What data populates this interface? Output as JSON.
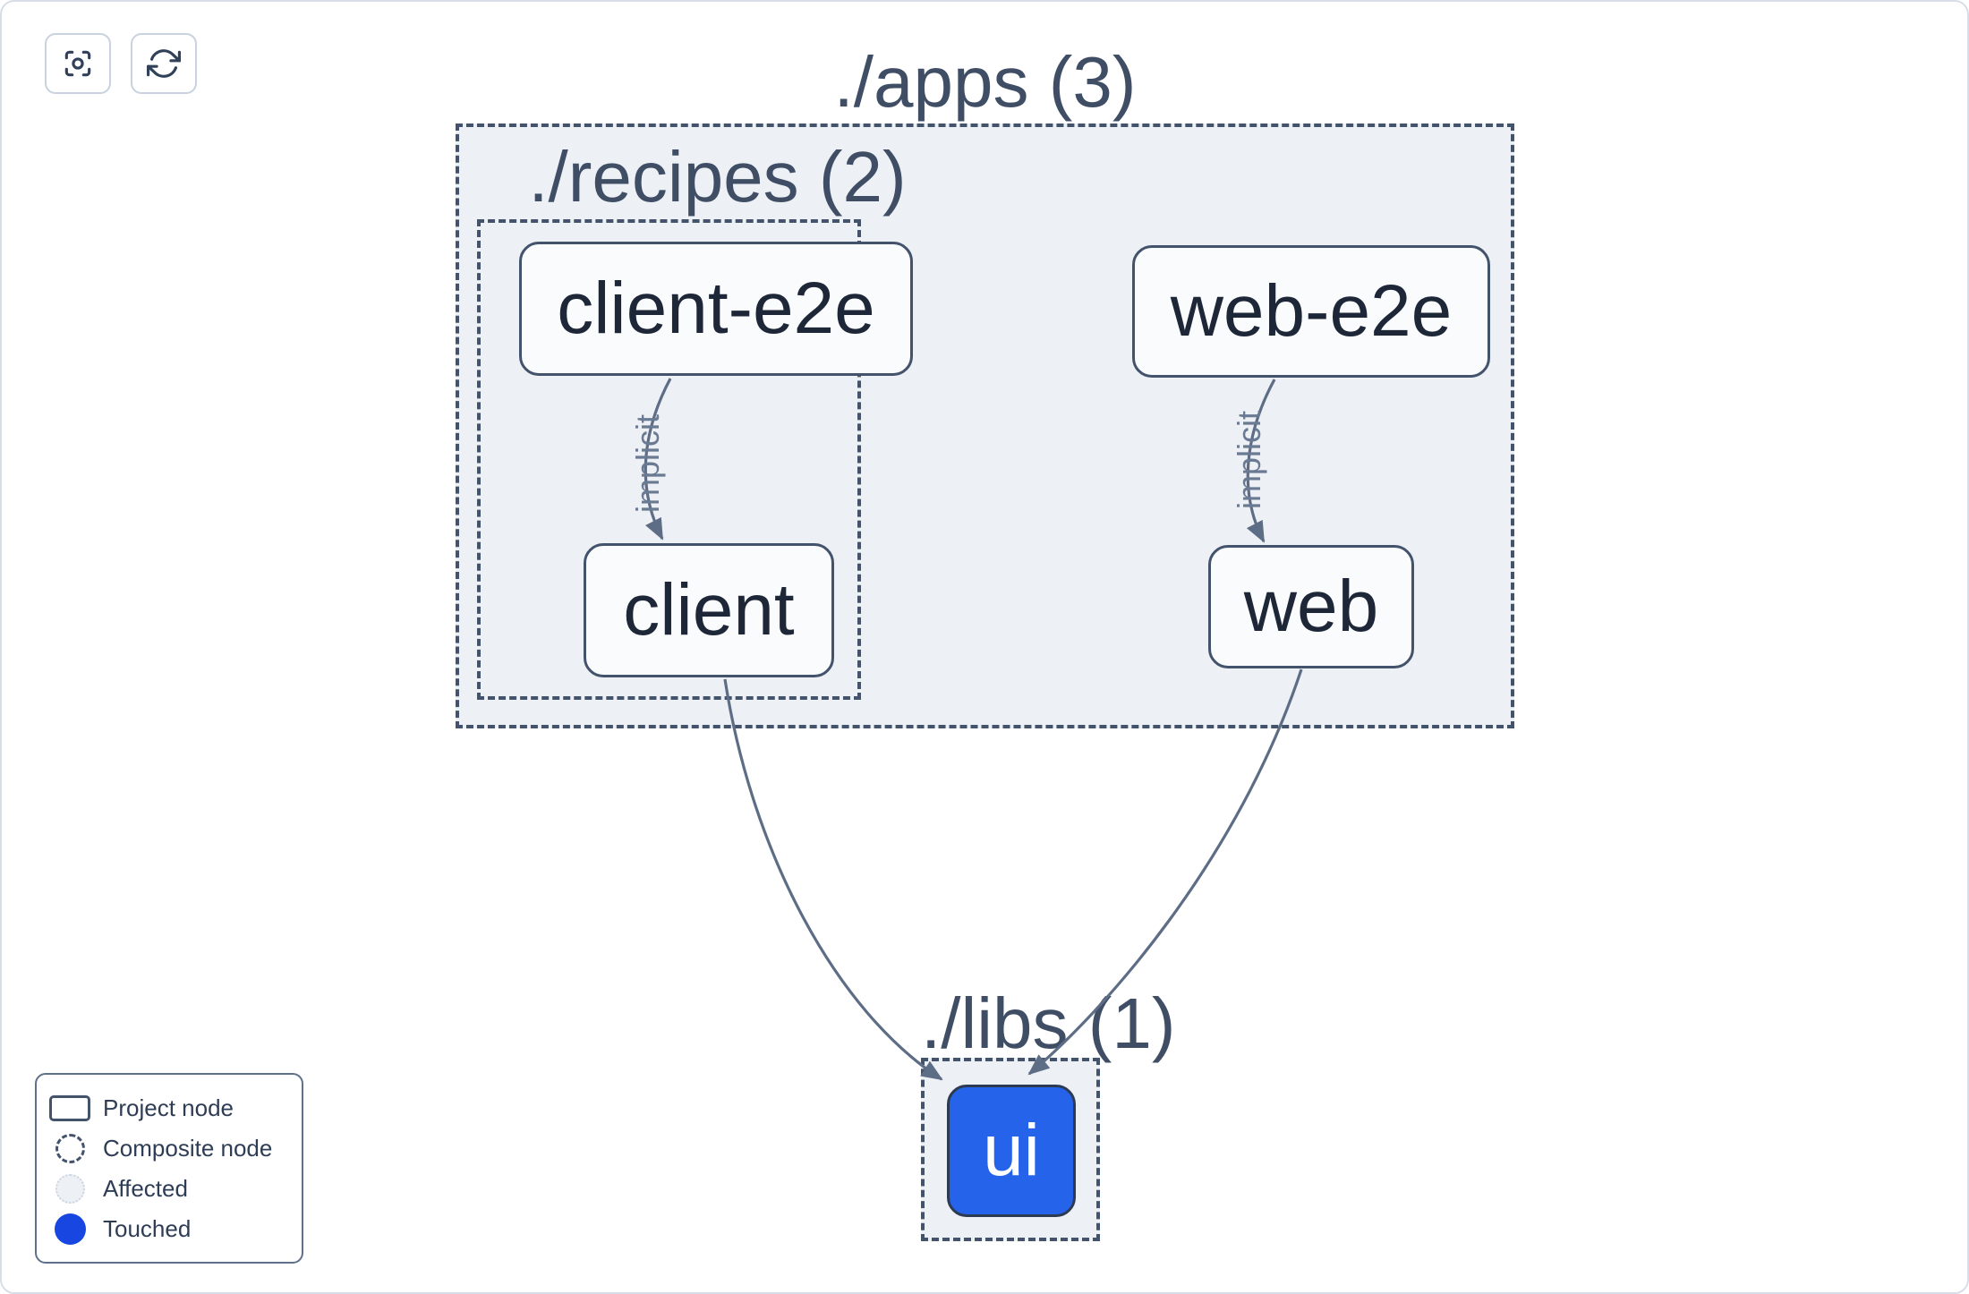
{
  "toolbar": {
    "buttons": [
      {
        "name": "focus",
        "icon": "viewfinder-icon"
      },
      {
        "name": "refresh",
        "icon": "refresh-icon"
      }
    ]
  },
  "graph": {
    "groups": {
      "apps": {
        "label": "./apps (3)"
      },
      "recipes": {
        "label": "./recipes (2)"
      },
      "libs": {
        "label": "./libs (1)"
      }
    },
    "nodes": {
      "client_e2e": {
        "label": "client-e2e",
        "state": "normal"
      },
      "web_e2e": {
        "label": "web-e2e",
        "state": "normal"
      },
      "client": {
        "label": "client",
        "state": "normal"
      },
      "web": {
        "label": "web",
        "state": "normal"
      },
      "ui": {
        "label": "ui",
        "state": "touched"
      }
    },
    "edges": [
      {
        "from": "client-e2e",
        "to": "client",
        "label": "implicit"
      },
      {
        "from": "web-e2e",
        "to": "web",
        "label": "implicit"
      },
      {
        "from": "client",
        "to": "ui",
        "label": ""
      },
      {
        "from": "web",
        "to": "ui",
        "label": ""
      }
    ]
  },
  "legend": {
    "items": [
      {
        "label": "Project node",
        "swatch": "project-rect"
      },
      {
        "label": "Composite node",
        "swatch": "composite-circle"
      },
      {
        "label": "Affected",
        "swatch": "affected-circle"
      },
      {
        "label": "Touched",
        "swatch": "touched-circle"
      }
    ]
  },
  "colors": {
    "container_bg": "#edf0f5",
    "node_bg": "#fafbfd",
    "border_slate": "#43536b",
    "edge": "#5d6d85",
    "edge_label": "#6a7a92",
    "text_dark": "#1d2738",
    "text_slate": "#3f4e65",
    "touched_blue": "#2563eb",
    "legend_touched_blue": "#1747e0",
    "canvas_border": "#d8dee9"
  }
}
